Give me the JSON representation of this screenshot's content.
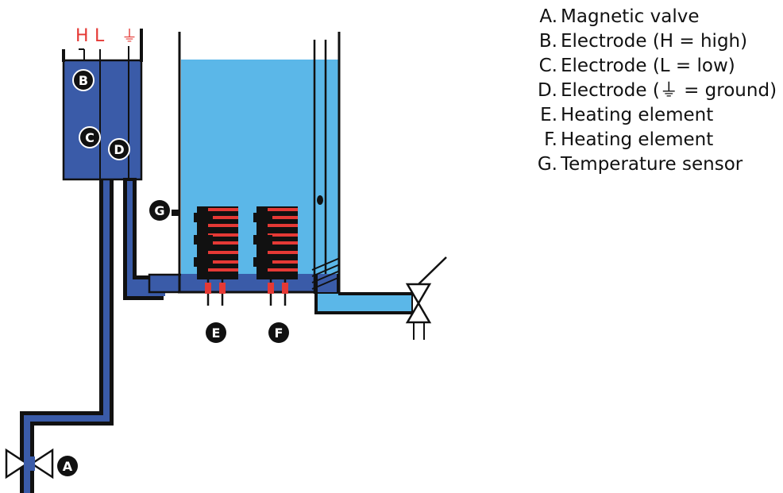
{
  "electrode_labels": {
    "high": "H",
    "low": "L",
    "ground": "⏚"
  },
  "markers": {
    "a": "A",
    "b": "B",
    "c": "C",
    "d": "D",
    "e": "E",
    "f": "F",
    "g": "G"
  },
  "legend": [
    {
      "letter": "A.",
      "text": "Magnetic valve"
    },
    {
      "letter": "B.",
      "text": "Electrode (H = high)"
    },
    {
      "letter": "C.",
      "text": "Electrode (L = low)"
    },
    {
      "letter": "D.",
      "text": "Electrode (⏚ = ground)"
    },
    {
      "letter": "E.",
      "text": "Heating element"
    },
    {
      "letter": "F.",
      "text": "Heating element"
    },
    {
      "letter": "G.",
      "text": "Temperature sensor"
    }
  ],
  "colors": {
    "water_dark": "#3a5ba8",
    "water_light": "#5bb7e8",
    "outline": "#111111",
    "heater_red": "#e53935",
    "electrode_label": "#e53935",
    "marker_fill": "#111111"
  }
}
